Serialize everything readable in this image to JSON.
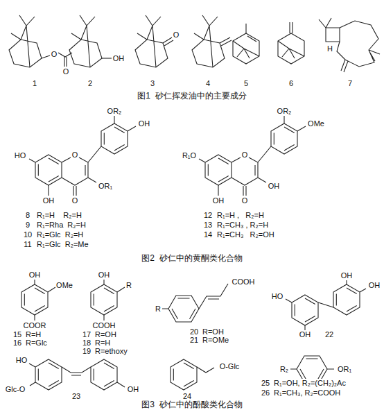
{
  "diagram": {
    "labels": [
      "O",
      "O",
      "OH",
      "O",
      "H",
      "1",
      "2",
      "3",
      "4",
      "5",
      "6",
      "7",
      "图1  砂仁挥发油中的主要成分",
      "OR₂",
      "OH",
      "HO",
      "O",
      "OR₁",
      "OH",
      "O",
      "8",
      "R₁=H    R₂=H",
      "9",
      "R₁=Rha  R₂=H",
      "10",
      "R₁=Glc  R₂=H",
      "11",
      "R₁=Glc  R₂=Me",
      "OR₂",
      "OMe",
      "R₁O",
      "O",
      "OH",
      "OH",
      "O",
      "12",
      "R₁=H ,   R₂=H",
      "13",
      "R₁=CH₃ , R₂=H",
      "14",
      "R₁=CH₃   R₂=OH",
      "图2  砂仁中的黄酮类化合物",
      "OH",
      "OMe",
      "COOR",
      "15",
      "R=H",
      "16",
      "R=Glc",
      "OH",
      "R",
      "COOH",
      "17",
      "R=OH",
      "18",
      "R=H",
      "19",
      "R=ethoxy",
      "R",
      "COOH",
      "20",
      "R=OH",
      "21",
      "R=OMe",
      "OH",
      "OH",
      "HO",
      "OH",
      "22",
      "HO",
      "Glc-O",
      "OH",
      "23",
      "O-Glc",
      "24",
      "R₂",
      "OR₁",
      "25",
      "R₁=OH, R₂=(CH₂)₂Ac",
      "26",
      "R₁=CH₃, R₂=COOH",
      "图3  砂仁中的酚酸类化合物"
    ]
  }
}
